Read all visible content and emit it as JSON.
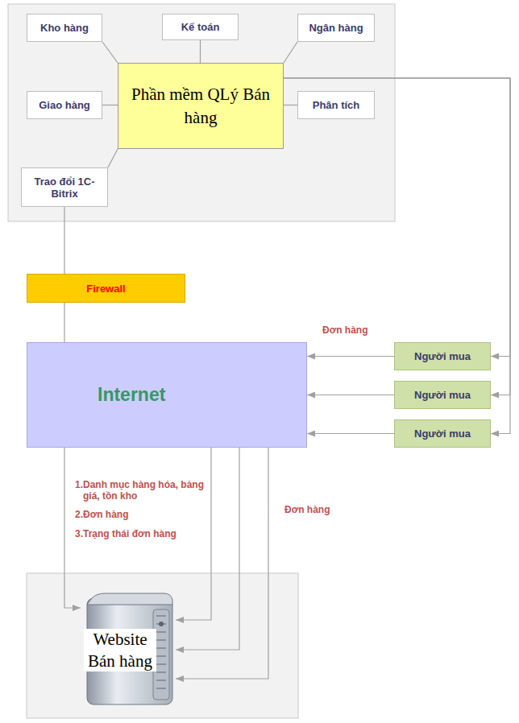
{
  "diagram": {
    "nodes": [
      {
        "text": [
          "Kho hàng"
        ]
      },
      {
        "text": [
          "Kế toán"
        ]
      },
      {
        "text": [
          "Ngân hàng"
        ]
      },
      {
        "text": [
          "Giao hàng"
        ]
      },
      {
        "text": [
          "Phần mềm QLý Bán hàng"
        ]
      },
      {
        "text": [
          "Phân tích"
        ]
      },
      {
        "text": [
          "Trao đổi 1C-Bitrix"
        ]
      },
      {
        "text": [
          "Firewall"
        ]
      },
      {
        "text": [
          "Internet"
        ]
      },
      {
        "text": [
          "Người mua"
        ]
      },
      {
        "text": [
          "Người mua"
        ]
      },
      {
        "text": [
          "Người mua"
        ]
      },
      {
        "text": [
          "Website Bán hàng"
        ]
      }
    ],
    "edges": [
      {
        "from": 0,
        "to": 4,
        "arrow": "none"
      },
      {
        "from": 1,
        "to": 4,
        "arrow": "none"
      },
      {
        "from": 2,
        "to": 4,
        "arrow": "none"
      },
      {
        "from": 3,
        "to": 4,
        "arrow": "none"
      },
      {
        "from": 5,
        "to": 4,
        "arrow": "none"
      },
      {
        "from": 6,
        "to": 4,
        "arrow": "none"
      },
      {
        "from": 6,
        "to": 7,
        "arrow": "none"
      },
      {
        "from": 7,
        "to": 8,
        "arrow": "none"
      },
      {
        "from": 8,
        "to": 12,
        "arrow": "to"
      },
      {
        "from": 9,
        "to": 8,
        "arrow": "to"
      },
      {
        "from": 10,
        "to": 8,
        "arrow": "to"
      },
      {
        "from": 11,
        "to": 8,
        "arrow": "to"
      },
      {
        "from": 8,
        "to": 12,
        "arrow": "to"
      },
      {
        "from": 8,
        "to": 12,
        "arrow": "to"
      },
      {
        "from": 8,
        "to": 12,
        "arrow": "to"
      },
      {
        "from": 4,
        "to": 9,
        "arrow": "to"
      },
      {
        "from": 4,
        "to": 10,
        "arrow": "to"
      },
      {
        "from": 4,
        "to": 11,
        "arrow": "to"
      }
    ],
    "labels": [
      "Đơn hàng",
      "1.Danh mục hàng hóa, bảng giá, tồn kho",
      "2.Đơn hàng",
      "3.Trạng thái đơn hàng",
      "Đơn hàng"
    ]
  }
}
